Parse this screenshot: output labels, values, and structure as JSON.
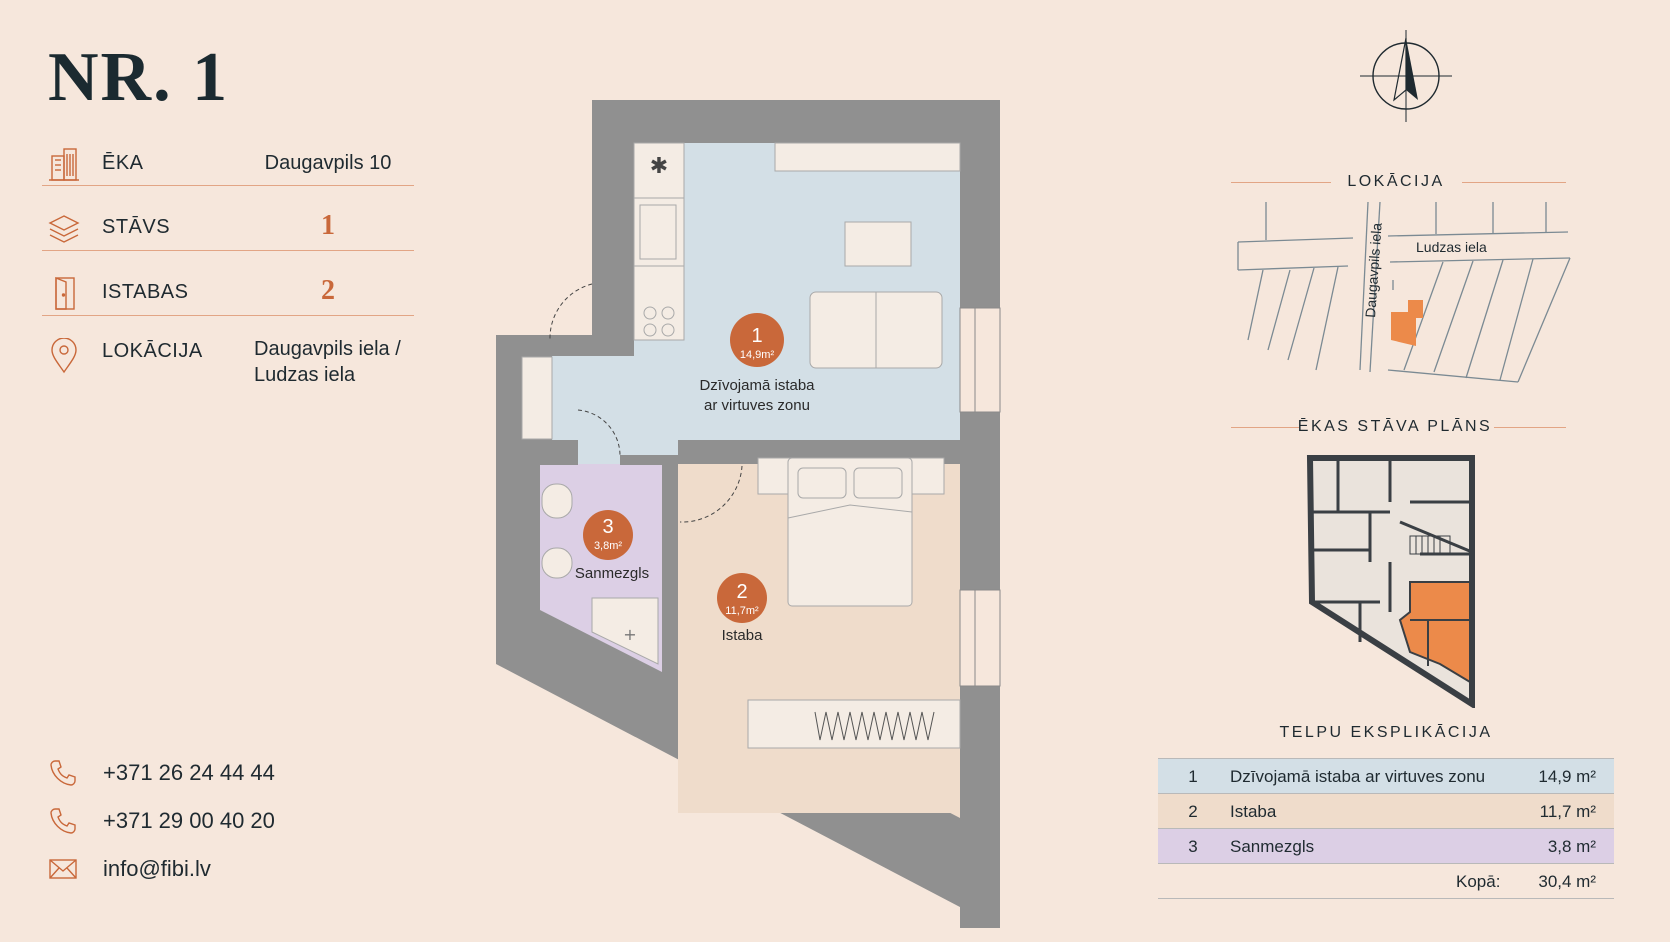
{
  "title": "NR. 1",
  "info": {
    "building": {
      "label": "ĒKA",
      "value": "Daugavpils 10",
      "icon": "building-icon"
    },
    "floor": {
      "label": "STĀVS",
      "value": "1",
      "icon": "layers-icon"
    },
    "rooms": {
      "label": "ISTABAS",
      "value": "2",
      "icon": "door-icon"
    },
    "location": {
      "label": "LOKĀCIJA",
      "value_line1": "Daugavpils iela /",
      "value_line2": "Ludzas iela",
      "icon": "location-pin-icon"
    }
  },
  "contacts": [
    {
      "icon": "phone-icon",
      "text": "+371 26 24 44 44"
    },
    {
      "icon": "phone-icon",
      "text": "+371 29 00 40 20"
    },
    {
      "icon": "envelope-icon",
      "text": "info@fibi.lv"
    }
  ],
  "plan": {
    "rooms": [
      {
        "number": "1",
        "area": "14,9m²",
        "name_line1": "Dzīvojamā istaba",
        "name_line2": "ar virtuves zonu",
        "color": "#d3dfe6"
      },
      {
        "number": "2",
        "area": "11,7m²",
        "name_line1": "Istaba",
        "name_line2": "",
        "color": "#efdccb"
      },
      {
        "number": "3",
        "area": "3,8m²",
        "name_line1": "Sanmezgls",
        "name_line2": "",
        "color": "#dccfe5"
      }
    ],
    "wall_color": "#909090",
    "badge_color": "#c9683a"
  },
  "location_section": {
    "heading": "LOKĀCIJA",
    "street1": "Daugavpils iela",
    "street2": "Ludzas iela",
    "highlight_color": "#ec8a4a"
  },
  "floor_plan_section": {
    "heading": "ĒKAS STĀVA PLĀNS"
  },
  "explication": {
    "heading": "TELPU EKSPLIKĀCIJA",
    "rows": [
      {
        "n": "1",
        "name": "Dzīvojamā istaba ar virtuves zonu",
        "area": "14,9 m²",
        "color": "#d3dfe6"
      },
      {
        "n": "2",
        "name": "Istaba",
        "area": "11,7 m²",
        "color": "#efdccb"
      },
      {
        "n": "3",
        "name": "Sanmezgls",
        "area": "3,8 m²",
        "color": "#dccfe5"
      }
    ],
    "total_label": "Kopā:",
    "total_value": "30,4 m²"
  },
  "compass_icon": "north-arrow-icon"
}
